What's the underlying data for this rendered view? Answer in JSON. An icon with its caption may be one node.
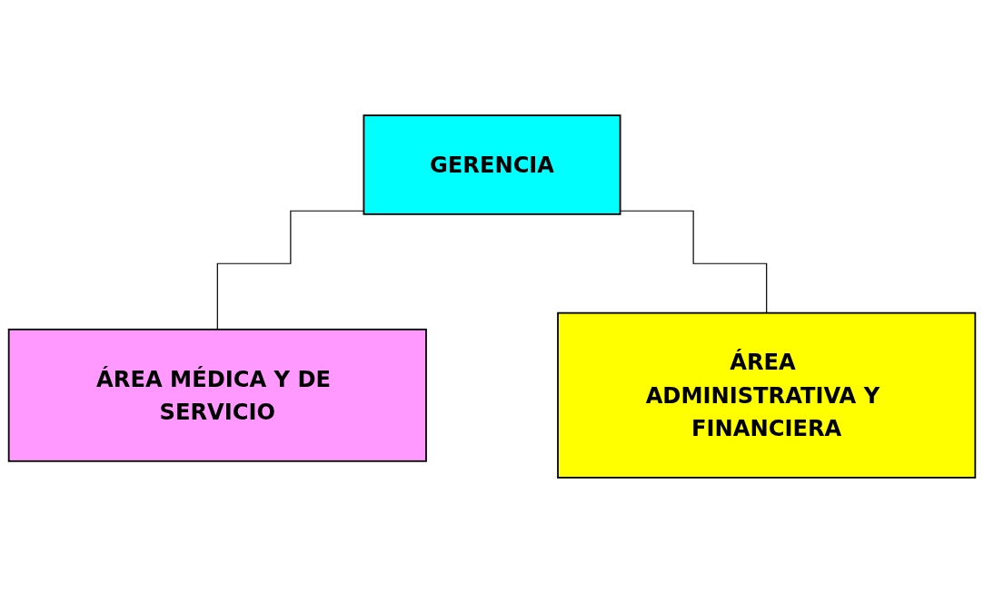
{
  "diagram": {
    "nodes": [
      {
        "text": [
          "GERENCIA"
        ]
      },
      {
        "text": [
          "ÁREA MÉDICA Y DE SERVICIO"
        ]
      },
      {
        "text": [
          "ÁREA ADMINISTRATIVA Y FINANCIERA"
        ]
      }
    ],
    "edges": [
      {
        "from": 0,
        "to": 1,
        "arrow": "none"
      },
      {
        "from": 0,
        "to": 2,
        "arrow": "none"
      }
    ]
  }
}
